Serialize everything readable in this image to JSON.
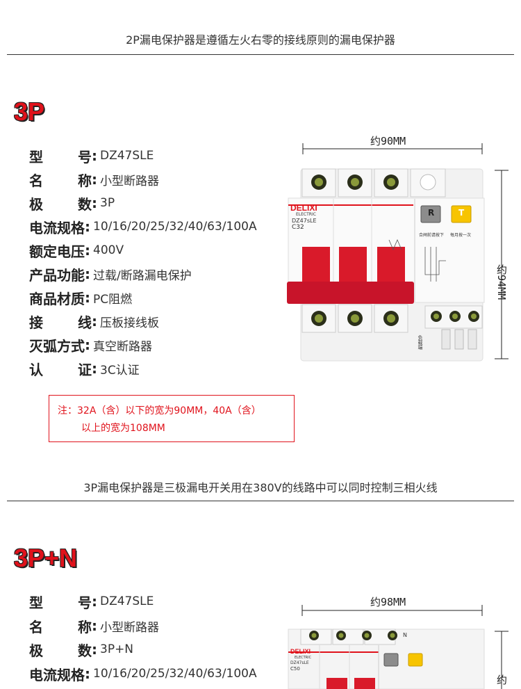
{
  "header": {
    "caption": "2P漏电保护器是遵循左火右零的接线原则的漏电保护器"
  },
  "section1": {
    "title": "3P",
    "specs": [
      {
        "label": "型号",
        "value": "DZ47SLE"
      },
      {
        "label": "名称",
        "value": "小型断路器"
      },
      {
        "label": "极数",
        "value": "3P"
      },
      {
        "label": "电流规格",
        "value": "10/16/20/25/32/40/63/100A"
      },
      {
        "label": "额定电压",
        "value": "400V"
      },
      {
        "label": "产品功能",
        "value": "过载/断路漏电保护"
      },
      {
        "label": "商品材质",
        "value": "PC阻燃"
      },
      {
        "label": "接线",
        "value": "压板接线板"
      },
      {
        "label": "灭弧方式",
        "value": "真空断路器"
      },
      {
        "label": "认证",
        "value": "3C认证"
      }
    ],
    "note_line1": "注：32A（含）以下的宽为90MM，40A（含）",
    "note_line2": "以上的宽为108MM",
    "width_label": "约90MM",
    "height_label": "约94MM",
    "device": {
      "brand": "DELIXI",
      "brand_sub": "ELECTRIC",
      "model": "DZ47sLE",
      "rating": "C32",
      "test_btn": "T",
      "reset_btn": "R",
      "label_a": "合闸前请按下",
      "label_b": "每月按一次",
      "bottom_text": "负载端"
    },
    "caption": "3P漏电保护器是三极漏电开关用在380V的线路中可以同时控制三相火线"
  },
  "section2": {
    "title": "3P+N",
    "specs": [
      {
        "label": "型号",
        "value": "DZ47SLE"
      },
      {
        "label": "名称",
        "value": "小型断路器"
      },
      {
        "label": "极数",
        "value": "3P+N"
      },
      {
        "label": "电流规格",
        "value": "10/16/20/25/32/40/63/100A"
      }
    ],
    "width_label": "约98MM",
    "height_label": "约",
    "device": {
      "brand": "DELIXI",
      "brand_sub": "ELECTRIC",
      "model": "DZ47sLE",
      "rating": "C50",
      "neutral": "N"
    }
  },
  "colors": {
    "accent": "#e0121b",
    "text": "#333333"
  }
}
